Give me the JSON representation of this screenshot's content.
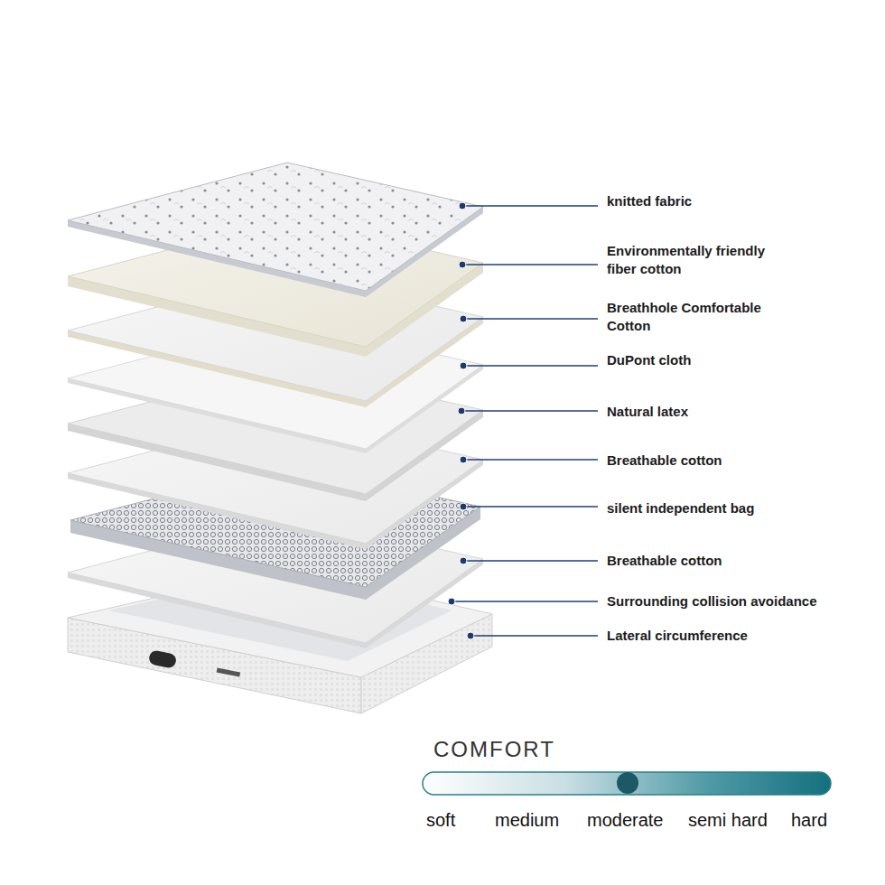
{
  "diagram": {
    "labels": [
      "knitted fabric",
      "Environmentally friendly fiber cotton",
      "Breathhole Comfortable Cotton",
      "DuPont cloth",
      "Natural latex",
      "Breathable cotton",
      "silent independent bag",
      "Breathable cotton",
      "Surrounding collision avoidance",
      "Lateral circumference",
      "COMFORT",
      "soft",
      "medium",
      "moderate",
      "semi hard",
      "hard"
    ]
  }
}
